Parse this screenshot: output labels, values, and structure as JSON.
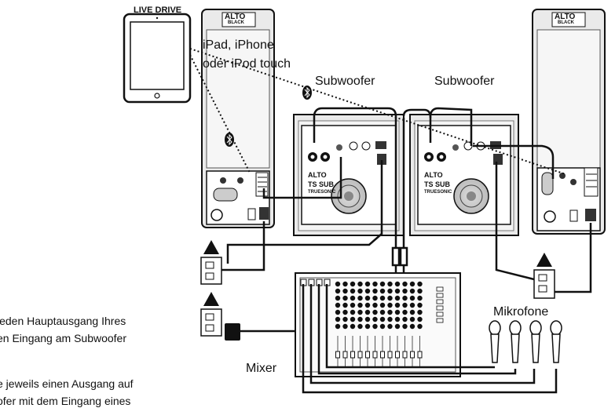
{
  "labels": {
    "ipad": "iPad, iPhone",
    "ipad_line2": "oder iPod touch",
    "live_drive": "LIVE DRIVE",
    "subwoofer_left": "Subwoofer",
    "subwoofer_right": "Subwoofer",
    "mikrofone": "Mikrofone",
    "mixer": "Mixer"
  },
  "brand": {
    "speaker_logo": "ALTO",
    "speaker_sub": "BLACK",
    "sub_logo": "ALTO",
    "sub_model": "TS SUB",
    "sub_series": "TRUESONIC"
  },
  "side_text": {
    "line1": "jeden Hauptausgang Ihres",
    "line2": "en Eingang am Subwoofer",
    "line3": "e jeweils einen Ausgang auf",
    "line4": "ofer mit dem Eingang eines"
  },
  "colors": {
    "line": "#111111",
    "panel": "#e9e9e9",
    "background": "#ffffff"
  }
}
